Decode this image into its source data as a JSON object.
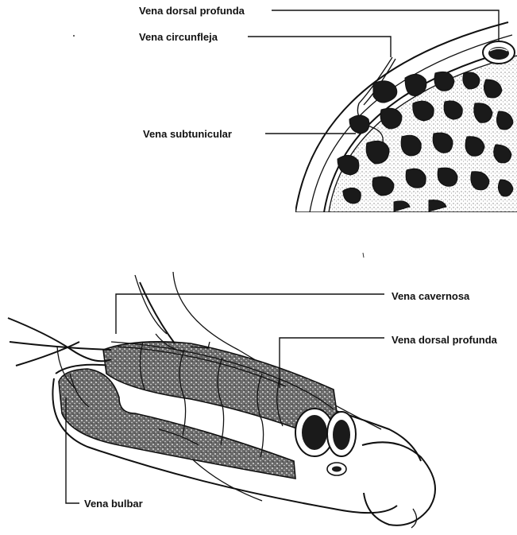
{
  "labels": {
    "top_dorsal": "Vena dorsal profunda",
    "circumflex": "Vena circunfleja",
    "subtunical": "Vena subtunicular",
    "cavernosa": "Vena cavernosa",
    "bottom_dorsal": "Vena dorsal profunda",
    "bulbar": "Vena bulbar"
  },
  "colors": {
    "ink": "#111111",
    "paper": "#ffffff",
    "shade": "#3a3a3a"
  }
}
